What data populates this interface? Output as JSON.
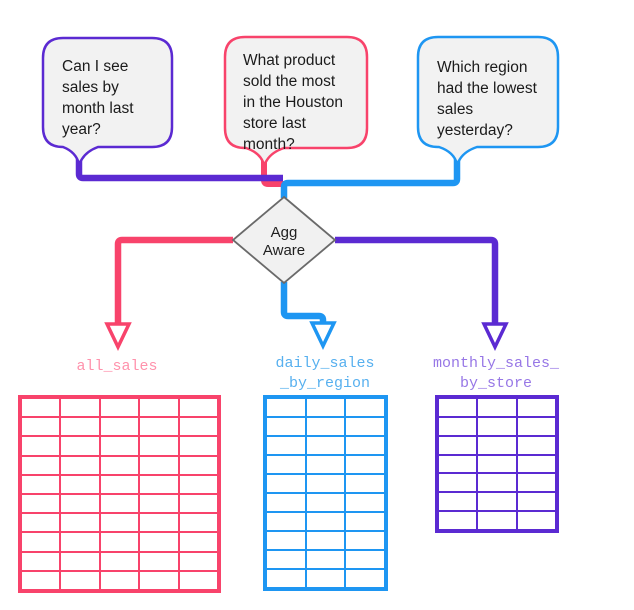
{
  "colors": {
    "purple": "#5b2ad2",
    "pink": "#f8436b",
    "blue": "#1e96f2",
    "bubble_fill": "#f2f2f2",
    "diamond_fill": "#f1f1f1",
    "diamond_border": "#6a6a6a",
    "arrow_fill": "#ffffff"
  },
  "bubbles": [
    {
      "id": "monthly-question",
      "text": "Can I see\nsales by\nmonth last\nyear?"
    },
    {
      "id": "houston-question",
      "text": "What product\nsold the most\nin the Houston\nstore last\nmonth?"
    },
    {
      "id": "region-question",
      "text": "Which region\nhad the lowest\nsales\nyesterday?"
    }
  ],
  "decision": {
    "label": "Agg\nAware"
  },
  "tables": [
    {
      "name": "all_sales",
      "rows": 10,
      "cols": 5,
      "color": "#f8436b",
      "label_color": "#ff92ac"
    },
    {
      "name": "daily_sales\n_by_region",
      "rows": 10,
      "cols": 3,
      "color": "#1e96f2",
      "label_color": "#57b0ef"
    },
    {
      "name": "monthly_sales_\nby_store",
      "rows": 7,
      "cols": 3,
      "color": "#5b2ad2",
      "label_color": "#9777e6"
    }
  ]
}
